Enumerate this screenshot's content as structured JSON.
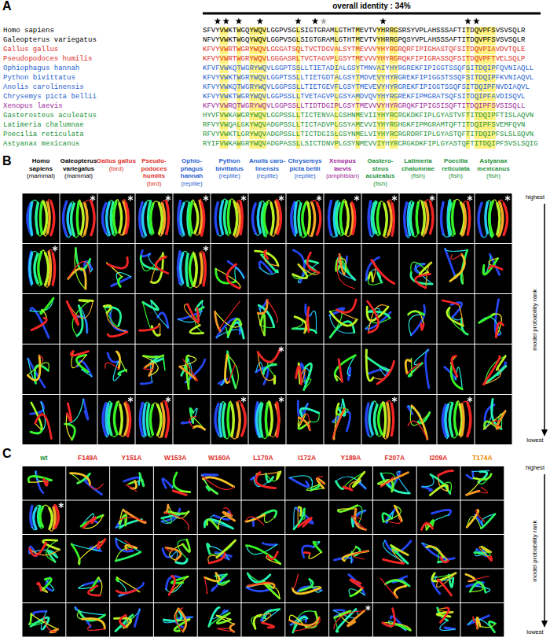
{
  "diagram": {
    "labels": [
      "A",
      "overall identity : 34%",
      "Homo sapiens",
      "SFVYVWKTWGQYWQVLGGPVSGLSIGTGRAMLGTHTMEVTVYHRRGSRSYVPLAHSSSAFTITDQVPFSVSVSQLR",
      "Galeopterus variegatus",
      "NFVYVWKTWGQYWQVLGGPVSGLSIGTGRAMLGTHTMEVTVYHRRGPQSYVPLAHSSSAFTITDQVPFSVSVSQLR",
      "Gallus gallus",
      "KFVYVWRTWGRYWQVLGGGATSQLTVCTDGVALSYTMEVVVYHYRGRQRFIPIGHASTQFSITDQVPIAVDVTQLE",
      "Pseudopodoces humilis",
      "KFVYVWRTWGRYWQVLGGGASRLTVCTAGVPLGSYTMEVVVYHYRGRQKFIPIGRASSQFSITDQVPFTVELSQLP",
      "Ophiophagus hannah",
      "KFVFVWKQTWGRYWQVLGGPTSSLLTIETADIALGSYTMNVAIYHYRGREKFIPIGGTSSQFSITDQIPFQVNIAQLL",
      "Python bivittatus",
      "KFVYVWKTWGRYWQVLGGPTSSLLTIETGDTALGSYTMDVEVYHYRGREKFIPIGGSTSSQFSITDQIPFKVNIAQVL",
      "Anolis carolinensis",
      "KFVYVWKQTWGRYWQVLGGPSSLLTIETGEVFLGSYTMEVEVYHYRGREKFIPIGGTSSQFSITDQIPFNVDIAQVL",
      "Chrysemys picta bellii",
      "KFVYVWKTWGRYWQVLGGPSSLLTVETAGVPLGSYAMDVQVYHYRGREKFIPMGRATSQFSITDQIPFAVDISQVL",
      "Xenopus laevis",
      "KFVYVWRQTWGRYWQVLGGPSSLLTIDTDGIPLGSYTMEVVVYHYRGRQKFIPIGSISQFTITDQIPFSVSISQLL",
      "Gasterosteus aculeatus",
      "HYVFVWKAWGRYWQVLGGPSSLLTICTENVALGSHNMEVIIYHYRCRGKDKFIPLGYASTVFTITDQIPFTISLAQVN",
      "Latimeria chalumnae",
      "RFVYVWQALGKYWQVADGPSSLLTICTADVPLGSYAMEVVIYHYRGHGKFIPMGRAMTQFTITDQIPFSVEMFQVN",
      "Poecilia reticulata",
      "RFVYVWKTLGRYWQVADGPSSLLTICTDGISLGSYNMELVIYHYRCRGRDRFIPLGYASTQFTITDQIPFSLSLSQVN",
      "Astyanax mexicanus",
      "RYIFVWKAWGRYWQVADGPASSLLSICTDNVPLGSYNMEVVIYHYRCRGKDKFIPLGYASTQFTITDQIPFSVSLSQIG",
      "B",
      "Homo sapiens",
      "(mammal)",
      "Galeopterus variegatus",
      "(mammal)",
      "Gallus gallus",
      "(bird)",
      "Pseudo-podoces humilis",
      "(bird)",
      "Ophio-phagus hannah",
      "(reptile)",
      "Python bivittatus",
      "(reptile)",
      "Anolis caro-linensis",
      "(reptile)",
      "Chrysemys picta bellii",
      "(reptile)",
      "Xenopus laevis",
      "(amphibian)",
      "Gastero-steus aculeatus",
      "(fish)",
      "Latimeria chalumnae",
      "(fish)",
      "Poecilia reticulata",
      "(fish)",
      "Astyanax mexicanus",
      "(fish)",
      "highest",
      "model probability rank",
      "lowest",
      "C",
      "wt",
      "F149A",
      "Y151A",
      "W153A",
      "W160A",
      "L170A",
      "I172A",
      "Y189A",
      "F207A",
      "I209A",
      "T174A",
      "highest",
      "model probability rank",
      "lowest"
    ]
  }
}
